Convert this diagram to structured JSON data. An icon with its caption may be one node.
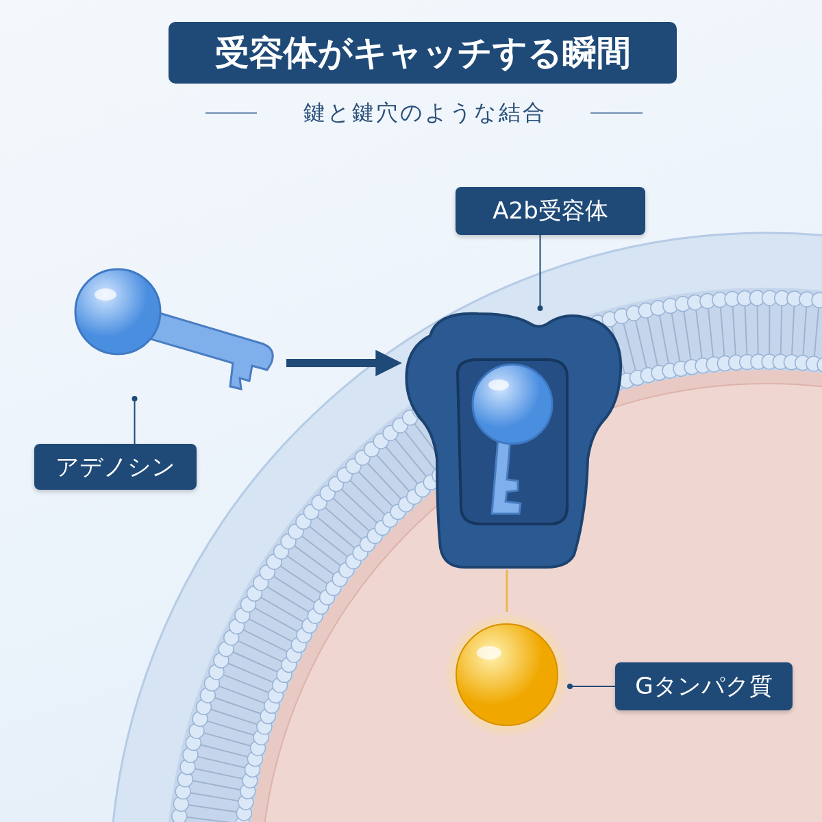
{
  "diagram": {
    "title": "受容体がキャッチする瞬間",
    "nodes": [
      {
        "text": [
          "A2b受容体"
        ]
      },
      {
        "text": [],
        "shape": "picture"
      },
      {
        "text": [
          "アデノシン"
        ]
      },
      {
        "text": [],
        "shape": "picture"
      },
      {
        "text": [
          "Gタンパク質"
        ]
      },
      {
        "text": [],
        "shape": "circle"
      }
    ],
    "edges": [
      {
        "from": 0,
        "to": 1,
        "arrow": "other"
      },
      {
        "from": 2,
        "to": 3,
        "arrow": "other"
      },
      {
        "from": 3,
        "to": 1,
        "arrow": "to",
        "style": "thick"
      },
      {
        "from": 1,
        "to": 5,
        "arrow": "none",
        "color": "#e8b84a"
      },
      {
        "from": 4,
        "to": 5,
        "arrow": "other"
      }
    ],
    "labels": [
      "鍵と鍵穴のような結合"
    ]
  }
}
